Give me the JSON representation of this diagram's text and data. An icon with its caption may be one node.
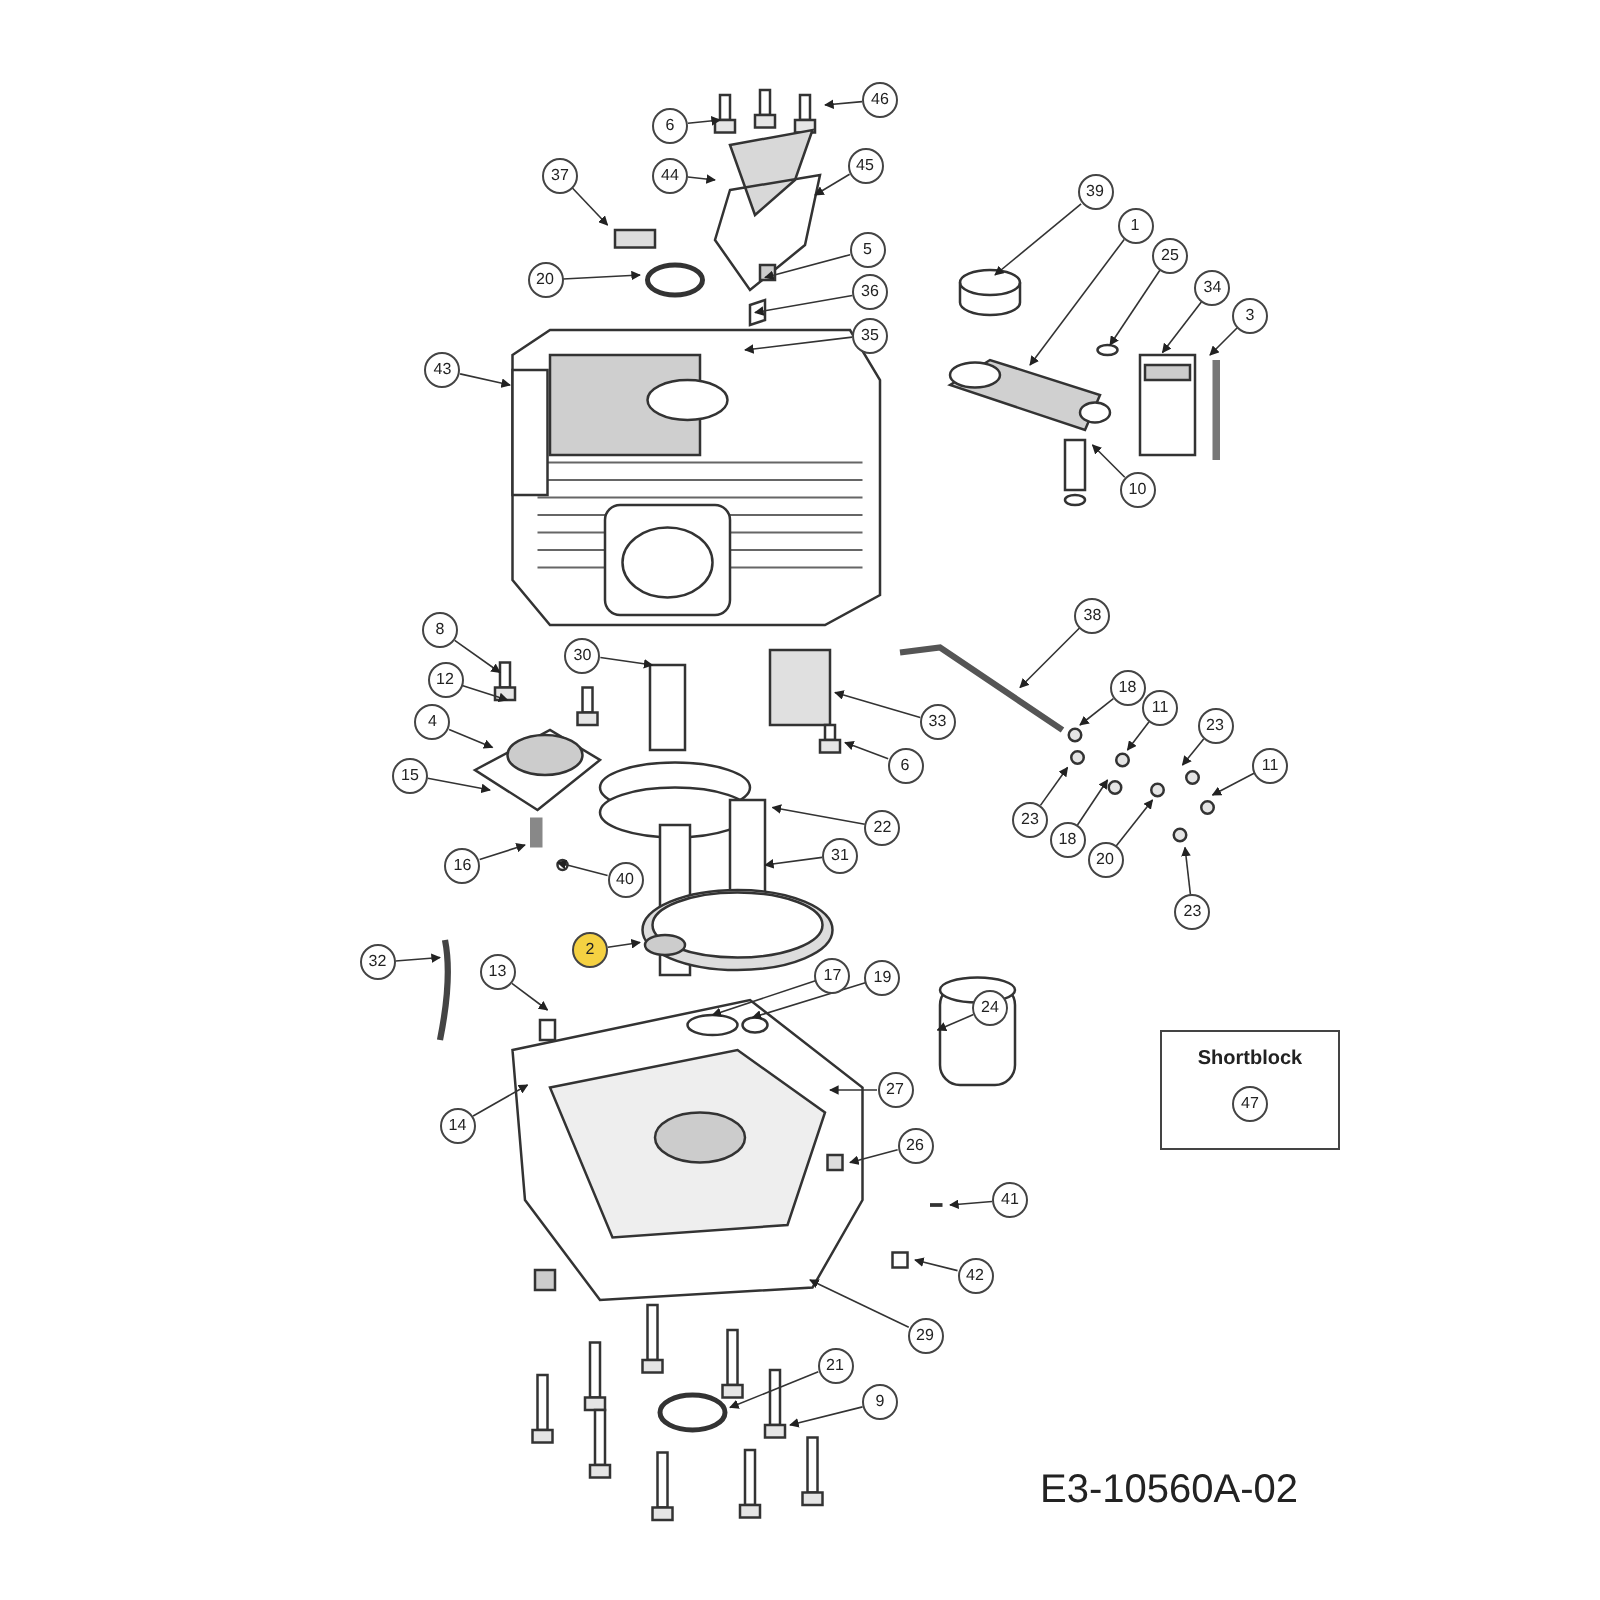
{
  "diagram": {
    "nodes": [
      {
        "text": [
          "6"
        ]
      },
      {
        "text": [
          "46"
        ]
      },
      {
        "text": [
          "44"
        ]
      },
      {
        "text": [
          "45"
        ]
      },
      {
        "text": [
          "37"
        ]
      },
      {
        "text": [
          "20"
        ]
      },
      {
        "text": [
          "5"
        ]
      },
      {
        "text": [
          "36"
        ]
      },
      {
        "text": [
          "35"
        ]
      },
      {
        "text": [
          "43"
        ]
      },
      {
        "text": [
          "39"
        ]
      },
      {
        "text": [
          "1"
        ]
      },
      {
        "text": [
          "25"
        ]
      },
      {
        "text": [
          "34"
        ]
      },
      {
        "text": [
          "3"
        ]
      },
      {
        "text": [
          "10"
        ]
      },
      {
        "text": [
          "8"
        ]
      },
      {
        "text": [
          "12"
        ]
      },
      {
        "text": [
          "30"
        ]
      },
      {
        "text": [
          "4"
        ]
      },
      {
        "text": [
          "15"
        ]
      },
      {
        "text": [
          "38"
        ]
      },
      {
        "text": [
          "33"
        ]
      },
      {
        "text": [
          "18"
        ]
      },
      {
        "text": [
          "11"
        ]
      },
      {
        "text": [
          "23"
        ]
      },
      {
        "text": [
          "6"
        ]
      },
      {
        "text": [
          "23"
        ]
      },
      {
        "text": [
          "18"
        ]
      },
      {
        "text": [
          "11"
        ]
      },
      {
        "text": [
          "20"
        ]
      },
      {
        "text": [
          "23"
        ]
      },
      {
        "text": [
          "22"
        ]
      },
      {
        "text": [
          "31"
        ]
      },
      {
        "text": [
          "16"
        ]
      },
      {
        "text": [
          "40"
        ]
      },
      {
        "text": [
          "32"
        ]
      },
      {
        "text": [
          "2"
        ]
      },
      {
        "text": [
          "13"
        ]
      },
      {
        "text": [
          "17"
        ]
      },
      {
        "text": [
          "19"
        ]
      },
      {
        "text": [
          "24"
        ]
      },
      {
        "text": [
          "27"
        ]
      },
      {
        "text": [
          "14"
        ]
      },
      {
        "text": [
          "26"
        ]
      },
      {
        "text": [
          "41"
        ]
      },
      {
        "text": [
          "42"
        ]
      },
      {
        "text": [
          "29"
        ]
      },
      {
        "text": [
          "21"
        ]
      },
      {
        "text": [
          "9"
        ]
      },
      {
        "text": [
          "Shortblock"
        ]
      },
      {
        "text": [
          "47"
        ],
        "in": 50
      }
    ],
    "edges": [
      {
        "from": 0,
        "to": null,
        "arrow": "to"
      },
      {
        "from": 1,
        "to": null,
        "arrow": "to"
      },
      {
        "from": 2,
        "to": null,
        "arrow": "to"
      },
      {
        "from": 3,
        "to": null,
        "arrow": "to"
      },
      {
        "from": 4,
        "to": null,
        "arrow": "to"
      },
      {
        "from": 5,
        "to": null,
        "arrow": "to"
      },
      {
        "from": 6,
        "to": null,
        "arrow": "to"
      },
      {
        "from": 7,
        "to": null,
        "arrow": "to"
      },
      {
        "from": 8,
        "to": null,
        "arrow": "to"
      },
      {
        "from": 9,
        "to": null,
        "arrow": "to"
      },
      {
        "from": 10,
        "to": null,
        "arrow": "to"
      },
      {
        "from": 11,
        "to": null,
        "arrow": "to"
      },
      {
        "from": 12,
        "to": null,
        "arrow": "to"
      },
      {
        "from": 13,
        "to": null,
        "arrow": "to"
      },
      {
        "from": 14,
        "to": null,
        "arrow": "to"
      },
      {
        "from": 15,
        "to": null,
        "arrow": "to"
      },
      {
        "from": 16,
        "to": null,
        "arrow": "to"
      },
      {
        "from": 17,
        "to": null,
        "arrow": "to"
      },
      {
        "from": 18,
        "to": null,
        "arrow": "to"
      },
      {
        "from": 19,
        "to": null,
        "arrow": "to"
      },
      {
        "from": 20,
        "to": null,
        "arrow": "to"
      },
      {
        "from": 21,
        "to": null,
        "arrow": "to"
      },
      {
        "from": 22,
        "to": null,
        "arrow": "to"
      },
      {
        "from": 23,
        "to": null,
        "arrow": "to"
      },
      {
        "from": 24,
        "to": null,
        "arrow": "to"
      },
      {
        "from": 25,
        "to": null,
        "arrow": "to"
      },
      {
        "from": 26,
        "to": null,
        "arrow": "to"
      },
      {
        "from": 27,
        "to": null,
        "arrow": "to"
      },
      {
        "from": 28,
        "to": null,
        "arrow": "to"
      },
      {
        "from": 29,
        "to": null,
        "arrow": "to"
      },
      {
        "from": 30,
        "to": null,
        "arrow": "to"
      },
      {
        "from": 31,
        "to": null,
        "arrow": "to"
      },
      {
        "from": 32,
        "to": null,
        "arrow": "to"
      },
      {
        "from": 33,
        "to": null,
        "arrow": "to"
      },
      {
        "from": 34,
        "to": null,
        "arrow": "to"
      },
      {
        "from": 35,
        "to": null,
        "arrow": "to"
      },
      {
        "from": 36,
        "to": null,
        "arrow": "to"
      },
      {
        "from": 37,
        "to": null,
        "arrow": "to"
      },
      {
        "from": 38,
        "to": null,
        "arrow": "to"
      },
      {
        "from": 39,
        "to": null,
        "arrow": "to"
      },
      {
        "from": 40,
        "to": null,
        "arrow": "to"
      },
      {
        "from": 41,
        "to": null,
        "arrow": "to"
      },
      {
        "from": 42,
        "to": null,
        "arrow": "to"
      },
      {
        "from": 43,
        "to": null,
        "arrow": "to"
      },
      {
        "from": 44,
        "to": null,
        "arrow": "to"
      },
      {
        "from": 45,
        "to": null,
        "arrow": "to"
      },
      {
        "from": 46,
        "to": null,
        "arrow": "to"
      },
      {
        "from": 47,
        "to": null,
        "arrow": "to"
      },
      {
        "from": 48,
        "to": null,
        "arrow": "to"
      },
      {
        "from": 49,
        "to": null,
        "arrow": "to"
      }
    ],
    "labels": [
      "E3-10560A-02"
    ]
  }
}
